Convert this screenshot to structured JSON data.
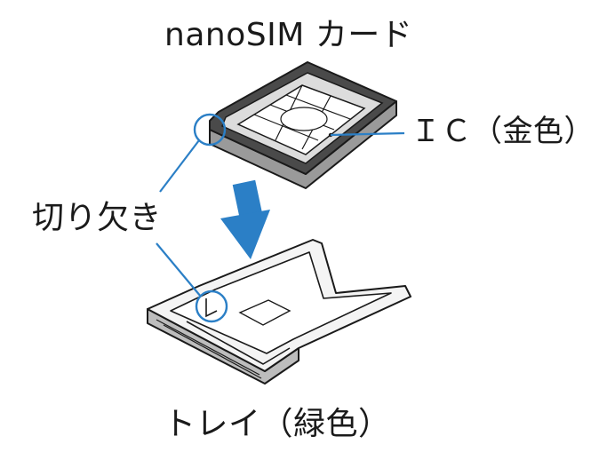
{
  "labels": {
    "card": "nanoSIM カード",
    "ic": "ＩＣ（金色）",
    "notch": "切り欠き",
    "tray": "トレイ（緑色）"
  },
  "colors": {
    "callout_line": "#2b7fc6",
    "arrow": "#2b7fc6",
    "outline": "#1a1a1a",
    "card_face": "#dcdcdc",
    "chip": "#ffffff",
    "tray_inner": "#f4f4f4"
  },
  "icons": {
    "arrow": "down-arrow-icon"
  }
}
